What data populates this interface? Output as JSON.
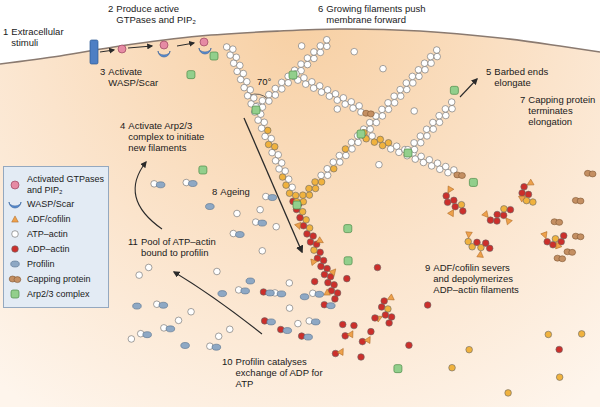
{
  "diagram": {
    "labels": [
      "1",
      "Extracellular stimuli",
      "2",
      "Produce active GTPases and PIP₂",
      "3",
      "Activate WASP/Scar",
      "4",
      "Activate Arp2/3 complex to initiate new filaments",
      "5",
      "Barbed ends elongate",
      "6",
      "Growing filaments push membrane forward",
      "7",
      "Capping protein terminates elongation",
      "8",
      "Ageing",
      "9",
      "ADF/cofilin severs and depolymerizes ADP–actin filaments",
      "10",
      "Profilin catalyses exchange of ADP for ATP",
      "11",
      "Pool of ATP–actin bound to profilin",
      "70°"
    ],
    "legend": [
      {
        "text": "Activated GTPases and PIP₂"
      },
      {
        "text": "WASP/Scar"
      },
      {
        "text": "ADF/cofilin"
      },
      {
        "text": "ATP–actin"
      },
      {
        "text": "ADP–actin"
      },
      {
        "text": "Profilin"
      },
      {
        "text": "Capping protein"
      },
      {
        "text": "Arp2/3 complex"
      }
    ]
  }
}
